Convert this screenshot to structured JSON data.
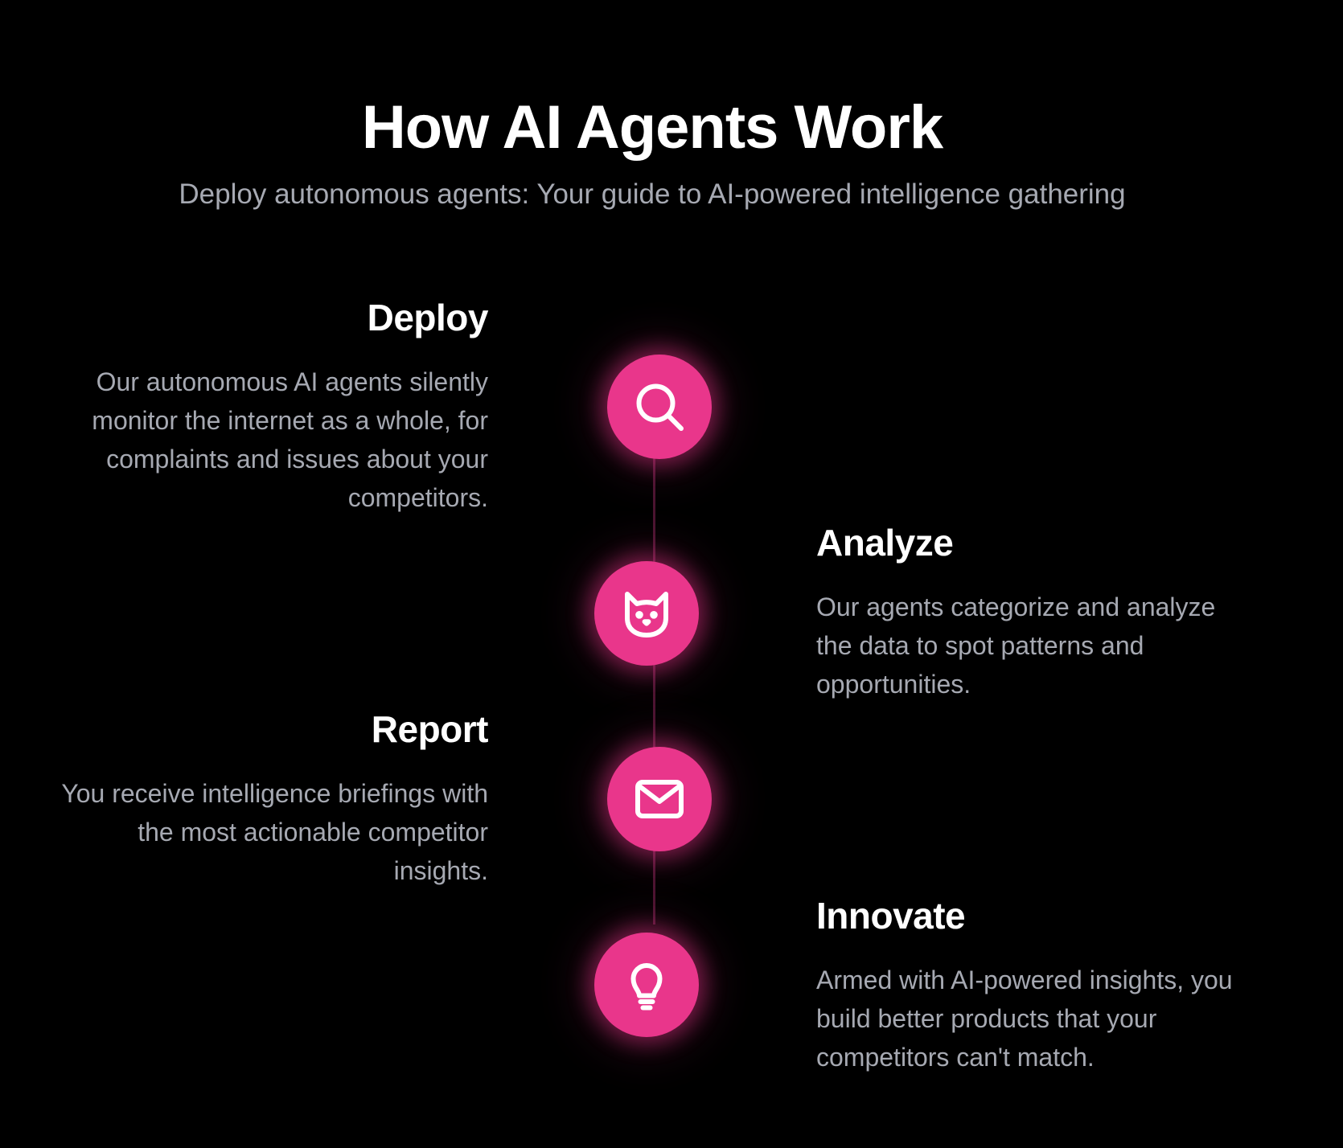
{
  "header": {
    "title": "How AI Agents Work",
    "subtitle": "Deploy autonomous agents: Your guide to AI-powered intelligence gathering"
  },
  "steps": [
    {
      "title": "Deploy",
      "description": "Our autonomous AI agents silently monitor the internet as a whole, for complaints and issues about your competitors.",
      "icon": "search-icon",
      "side": "left"
    },
    {
      "title": "Analyze",
      "description": "Our agents categorize and analyze the data to spot patterns and opportunities.",
      "icon": "cat-icon",
      "side": "right"
    },
    {
      "title": "Report",
      "description": "You receive intelligence briefings with the most actionable competitor insights.",
      "icon": "mail-icon",
      "side": "left"
    },
    {
      "title": "Innovate",
      "description": "Armed with AI-powered insights, you build better products that your competitors can't match.",
      "icon": "lightbulb-icon",
      "side": "right"
    }
  ],
  "colors": {
    "background": "#000000",
    "accent": "#e9368b",
    "text_primary": "#ffffff",
    "text_secondary": "#a6a9b2",
    "connector": "#4a1530"
  }
}
